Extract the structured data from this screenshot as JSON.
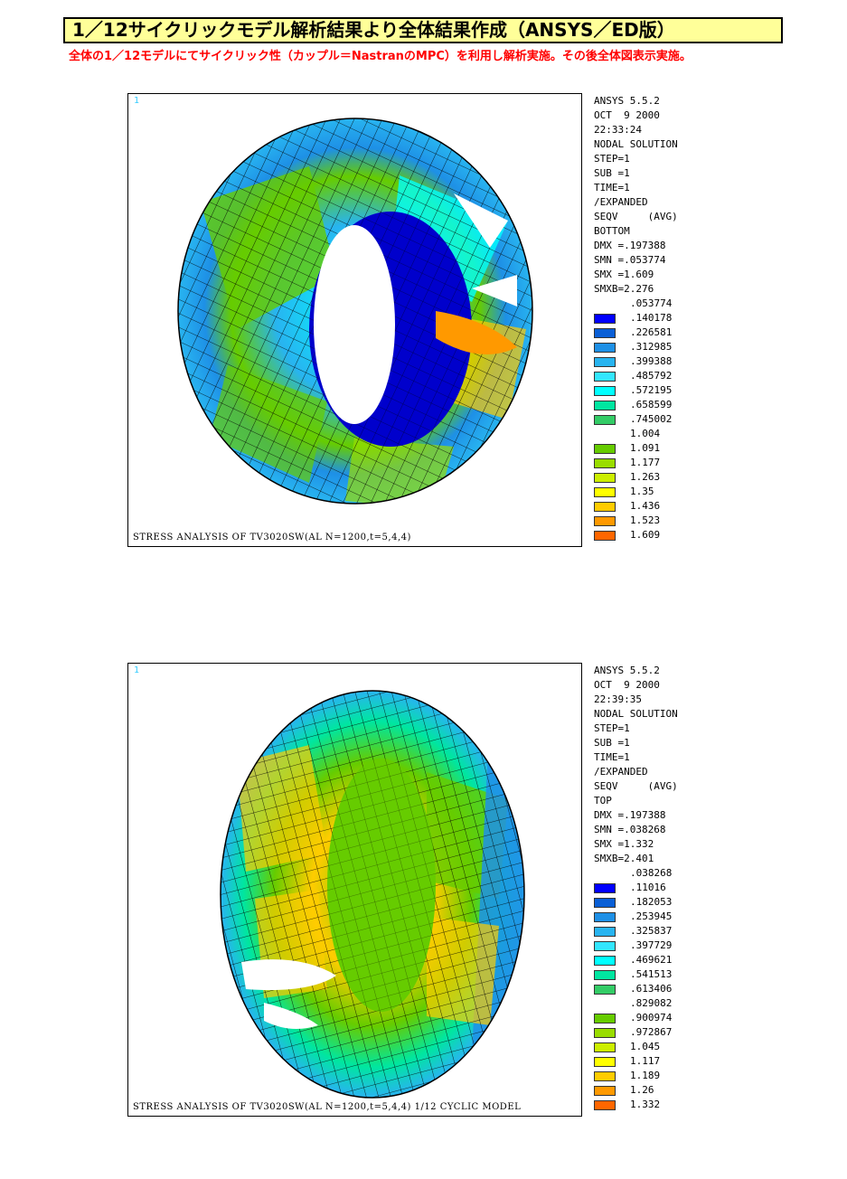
{
  "title": "1／12サイクリックモデル解析結果より全体結果作成（ANSYS／ED版）",
  "subtitle": "全体の1／12モデルにてサイクリック性（カップル＝NastranのMPC）を利用し解析実施。その後全体図表示実施。",
  "colors": {
    "title_bg": "#ffff99",
    "subtitle": "#ff0000",
    "legend": [
      "#0000ff",
      "#0a5fd6",
      "#1e90e6",
      "#28b4f0",
      "#33e6ff",
      "#00ffff",
      "#00e6a0",
      "#33cc66",
      "#66cc00",
      "#99dd00",
      "#ccee00",
      "#ffff00",
      "#ffcc00",
      "#ff9900",
      "#ff6600",
      "#ff0000"
    ]
  },
  "panels": [
    {
      "window_number": "1",
      "caption": "STRESS ANALYSIS OF TV3020SW(AL  N=1200,t=5,4,4)",
      "info": {
        "program": "ANSYS 5.5.2",
        "date": "OCT  9 2000",
        "time": "22:33:24",
        "solution": "NODAL SOLUTION",
        "step": "STEP=1",
        "sub": "SUB =1",
        "time_val": "TIME=1",
        "expanded": "/EXPANDED",
        "seqv": "SEQV     (AVG)",
        "face": "BOTTOM",
        "dmx": "DMX =.197388",
        "smn": "SMN =.053774",
        "smx": "SMX =1.609",
        "smxb": "SMXB=2.276"
      },
      "legend_values": [
        ".053774",
        ".140178",
        ".226581",
        ".312985",
        ".399388",
        ".485792",
        ".572195",
        ".658599",
        ".745002",
        "1.004",
        "1.091",
        "1.177",
        "1.263",
        "1.35",
        "1.436",
        "1.523",
        "1.609"
      ]
    },
    {
      "window_number": "1",
      "caption": "STRESS ANALYSIS OF TV3020SW(AL  N=1200,t=5,4,4) 1/12 CYCLIC MODEL",
      "info": {
        "program": "ANSYS 5.5.2",
        "date": "OCT  9 2000",
        "time": "22:39:35",
        "solution": "NODAL SOLUTION",
        "step": "STEP=1",
        "sub": "SUB =1",
        "time_val": "TIME=1",
        "expanded": "/EXPANDED",
        "seqv": "SEQV     (AVG)",
        "face": "TOP",
        "dmx": "DMX =.197388",
        "smn": "SMN =.038268",
        "smx": "SMX =1.332",
        "smxb": "SMXB=2.401"
      },
      "legend_values": [
        ".038268",
        ".11016",
        ".182053",
        ".253945",
        ".325837",
        ".397729",
        ".469621",
        ".541513",
        ".613406",
        ".829082",
        ".900974",
        ".972867",
        "1.045",
        "1.117",
        "1.189",
        "1.26",
        "1.332"
      ]
    }
  ]
}
